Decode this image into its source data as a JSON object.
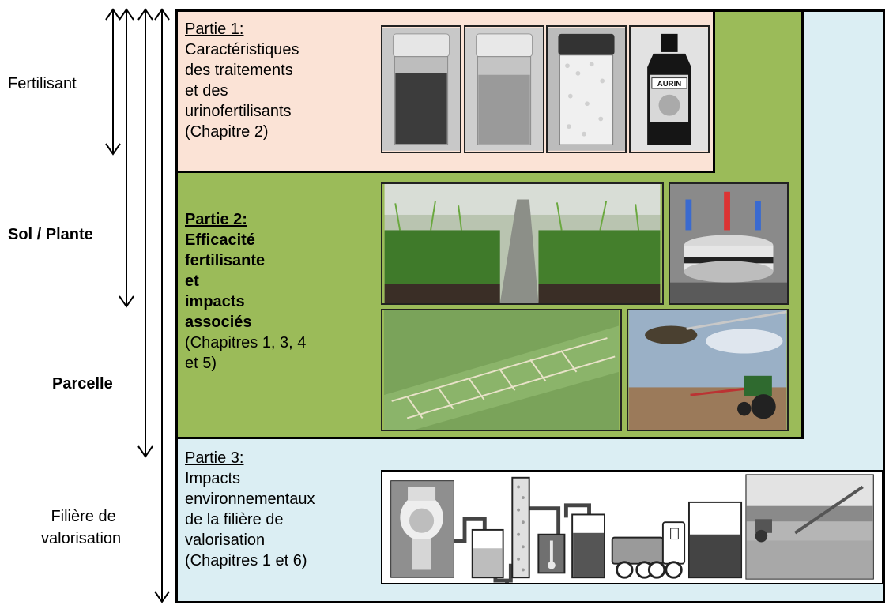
{
  "scale_labels": {
    "fertilisant": "Fertilisant",
    "sol_plante": "Sol / Plante",
    "parcelle": "Parcelle",
    "filiere_line1": "Filière de",
    "filiere_line2": "valorisation"
  },
  "parts": {
    "part1": {
      "title": "Partie 1:",
      "lines": [
        "Caractéristiques",
        "des traitements",
        "et des",
        "urinofertilisants",
        "(Chapitre 2)"
      ]
    },
    "part2": {
      "title": "Partie 2:",
      "bold_lines": [
        "Efficacité",
        "fertilisante",
        "et",
        "impacts",
        "associés"
      ],
      "lines": [
        "(Chapitres 1, 3, 4",
        "et 5)"
      ]
    },
    "part3": {
      "title": "Partie 3:",
      "lines": [
        "Impacts",
        "environnementaux",
        "de la filière de",
        "valorisation",
        "(Chapitres 1 et 6)"
      ]
    }
  },
  "photos": {
    "bottle_label": "AURIN"
  },
  "colors": {
    "part1_bg": "#fbe3d6",
    "part2_bg": "#9bbb59",
    "part3_bg": "#dbeef3"
  }
}
